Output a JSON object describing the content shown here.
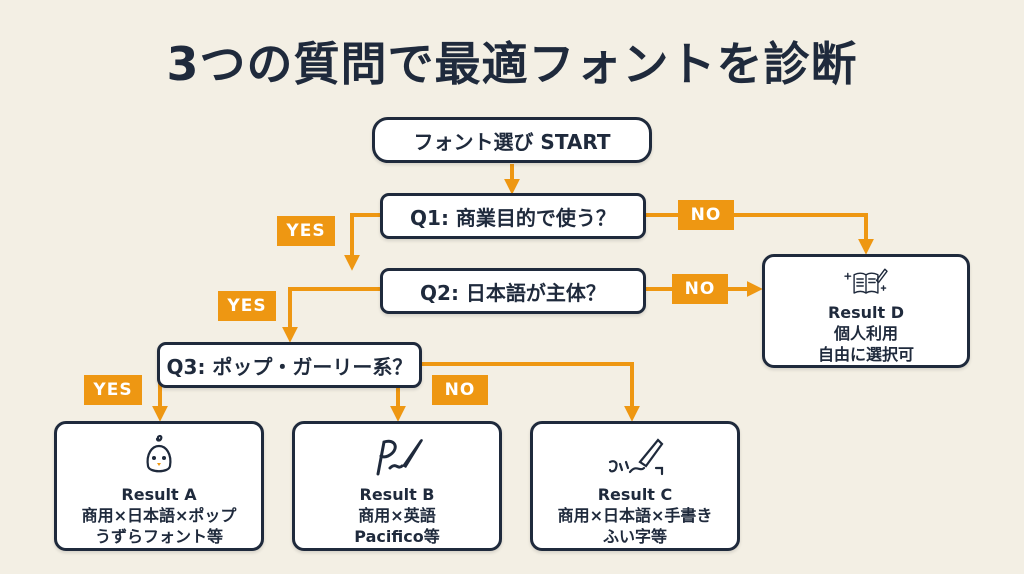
{
  "title": "3つの質問で最適フォントを診断",
  "start": "フォント選び START",
  "questions": {
    "q1": "Q1: 商業目的で使う？",
    "q2": "Q2: 日本語が主体？",
    "q3": "Q3: ポップ・ガーリー系？"
  },
  "labels": {
    "yes": "YES",
    "no": "NO"
  },
  "results": {
    "a": {
      "title": "Result A",
      "line1": "商用×日本語×ポップ",
      "line2": "うずらフォント等",
      "icon": "chick-icon"
    },
    "b": {
      "title": "Result B",
      "line1": "商用×英語",
      "line2": "Pacifico等",
      "icon": "script-p-brush-icon"
    },
    "c": {
      "title": "Result C",
      "line1": "商用×日本語×手書き",
      "line2": "ふい字等",
      "icon": "handwriting-pen-icon"
    },
    "d": {
      "title": "Result D",
      "line1": "個人利用",
      "line2": "自由に選択可",
      "icon": "open-book-sparkle-icon"
    }
  },
  "colors": {
    "accent": "#ee9712",
    "ink": "#1f2a3c",
    "background": "#f3efe4"
  }
}
